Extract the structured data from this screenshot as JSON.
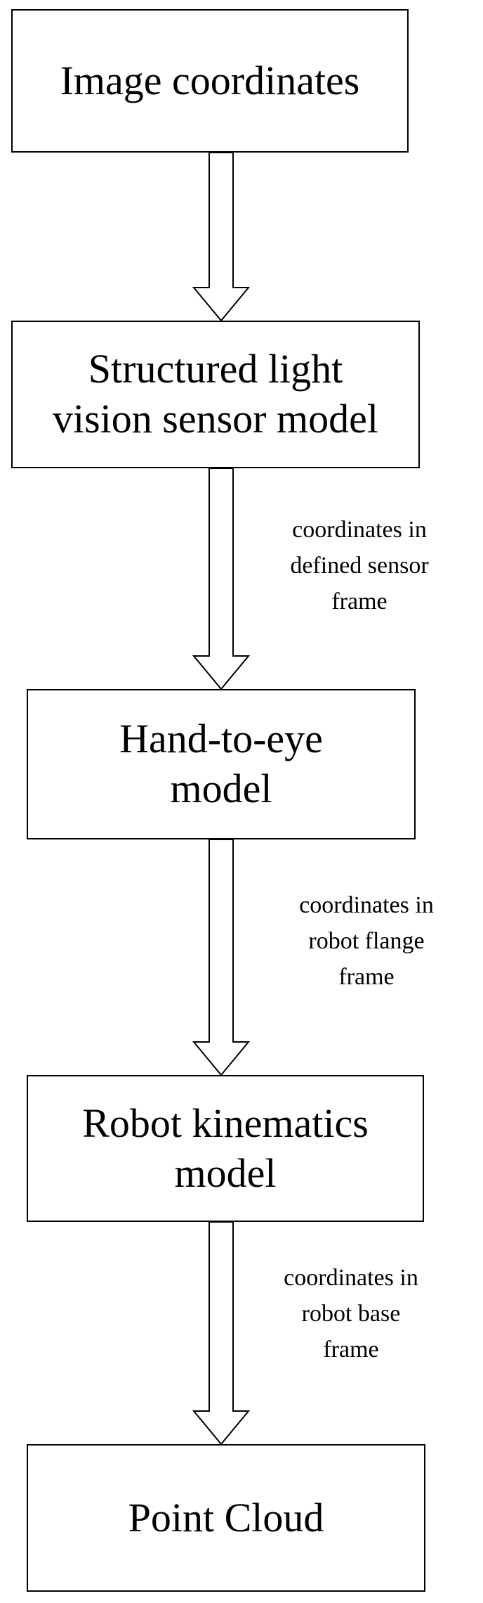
{
  "diagram": {
    "boxes": [
      {
        "id": "image-coordinates",
        "text": "Image coordinates"
      },
      {
        "id": "structured-light",
        "text": "Structured light\nvision sensor model"
      },
      {
        "id": "hand-to-eye",
        "text": "Hand-to-eye\nmodel"
      },
      {
        "id": "robot-kinematics",
        "text": "Robot kinematics\nmodel"
      },
      {
        "id": "point-cloud",
        "text": "Point Cloud"
      }
    ],
    "edges": [
      {
        "from": "image-coordinates",
        "to": "structured-light",
        "label": ""
      },
      {
        "from": "structured-light",
        "to": "hand-to-eye",
        "label": "coordinates in\ndefined sensor\nframe"
      },
      {
        "from": "hand-to-eye",
        "to": "robot-kinematics",
        "label": "coordinates in\nrobot flange\nframe"
      },
      {
        "from": "robot-kinematics",
        "to": "point-cloud",
        "label": "coordinates in\nrobot base\nframe"
      }
    ],
    "colors": {
      "stroke": "#000000",
      "fill": "#ffffff",
      "text": "#000000"
    }
  }
}
